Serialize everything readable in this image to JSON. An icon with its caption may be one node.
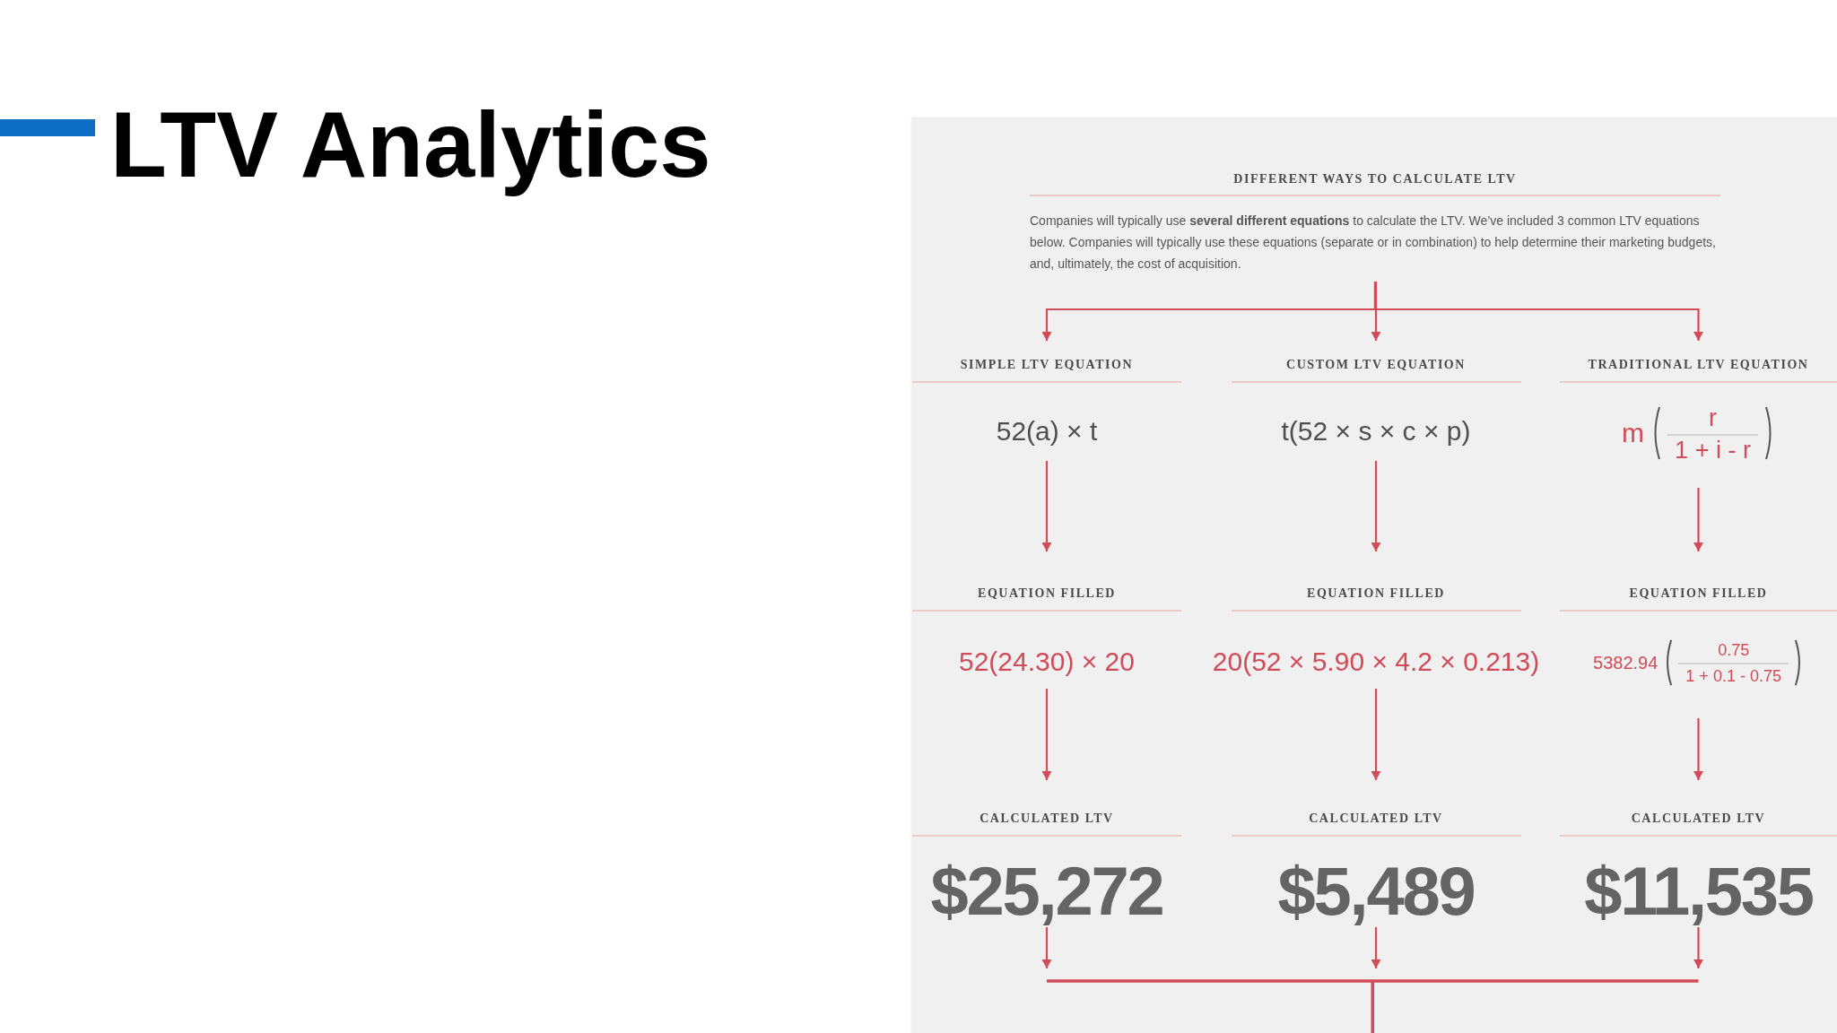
{
  "diagram": {
    "title": "LTV Analytics",
    "nodes": [
      {
        "text": [],
        "shape": "box"
      },
      {
        "text": [
          "DIFFERENT WAYS TO CALCULATE LTV",
          "Companies will typically use **several different equations** to calculate the LTV. We’ve included 3 common LTV equations below. Companies will typically use these equations (separate or in combination) to help determine their marketing budgets, and, ultimately, the cost of acquisition."
        ],
        "in": 0
      },
      {
        "text": [
          "SIMPLE LTV EQUATION",
          "52(a) × t"
        ],
        "in": 0
      },
      {
        "text": [
          "CUSTOM LTV EQUATION",
          "t(52 × s × c × p)"
        ],
        "in": 0
      },
      {
        "text": [
          "TRADITIONAL LTV EQUATION",
          "m",
          "r",
          "1 + i - r"
        ],
        "in": 0
      },
      {
        "text": [
          "EQUATION FILLED",
          "52(24.30) × 20"
        ],
        "in": 0
      },
      {
        "text": [
          "EQUATION FILLED",
          "20(52 × 5.90 × 4.2 × 0.213)"
        ],
        "in": 0
      },
      {
        "text": [
          "EQUATION FILLED",
          "5382.94",
          "0.75",
          "1 + 0.1 - 0.75"
        ],
        "in": 0
      },
      {
        "text": [
          "CALCULATED LTV",
          "$25,272"
        ],
        "in": 0
      },
      {
        "text": [
          "CALCULATED LTV",
          "$5,489"
        ],
        "in": 0
      },
      {
        "text": [
          "CALCULATED LTV",
          "$11,535"
        ],
        "in": 0
      }
    ],
    "edges": [
      {
        "from": 1,
        "to": 2,
        "arrow": "to"
      },
      {
        "from": 1,
        "to": 3,
        "arrow": "to"
      },
      {
        "from": 1,
        "to": 4,
        "arrow": "to"
      },
      {
        "from": 2,
        "to": 5,
        "arrow": "to"
      },
      {
        "from": 3,
        "to": 6,
        "arrow": "to"
      },
      {
        "from": 4,
        "to": 7,
        "arrow": "to"
      },
      {
        "from": 5,
        "to": 8,
        "arrow": "to"
      },
      {
        "from": 6,
        "to": 9,
        "arrow": "to"
      },
      {
        "from": 7,
        "to": 10,
        "arrow": "to"
      },
      {
        "from": 8,
        "to": null,
        "arrow": "to"
      },
      {
        "from": 9,
        "to": null,
        "arrow": "to"
      },
      {
        "from": 10,
        "to": null,
        "arrow": "to"
      }
    ]
  }
}
